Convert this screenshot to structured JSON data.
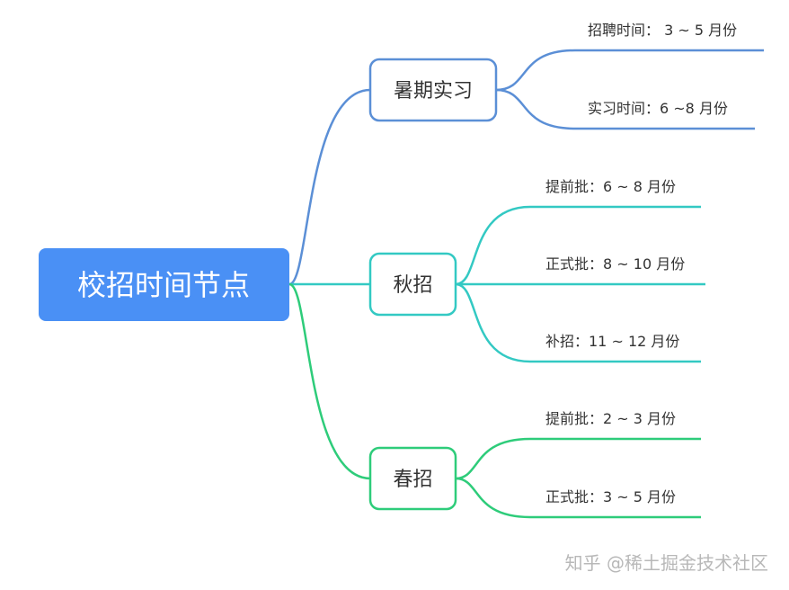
{
  "root": {
    "label": "校招时间节点",
    "color": "#4a90f5"
  },
  "branches": [
    {
      "label": "暑期实习",
      "color": "#5b8fd6",
      "leaves": [
        "招聘时间：  3 ~ 5 月份",
        "实习时间：6 ~8 月份"
      ]
    },
    {
      "label": "秋招",
      "color": "#33c9c3",
      "leaves": [
        "提前批：6 ~ 8 月份",
        "正式批：8 ~ 10 月份",
        "补招：11 ~ 12 月份"
      ]
    },
    {
      "label": "春招",
      "color": "#2ecc7a",
      "leaves": [
        "提前批：2 ~ 3 月份",
        "正式批：3 ~ 5 月份"
      ]
    }
  ],
  "watermark": {
    "text": "知乎 @稀土掘金技术社区"
  }
}
